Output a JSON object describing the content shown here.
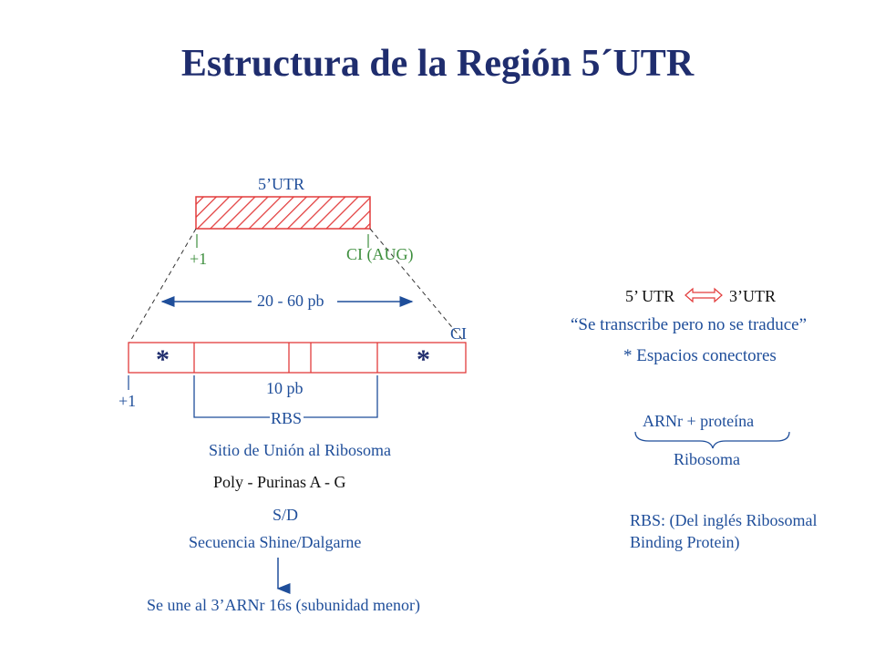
{
  "title": "Estructura de la Región 5´UTR",
  "utr_box": {
    "label": "5’UTR",
    "start_label": "+1",
    "end_label": "CI (AUG)"
  },
  "span_label": "20 - 60 pb",
  "lower_bar": {
    "ci_label": "CI",
    "start_label": "+1",
    "star_left": "*",
    "star_right": "*",
    "rbs_span_label": "10 pb",
    "rbs_label": "RBS"
  },
  "left_notes": {
    "rbs_meaning": "Sitio de Unión al Ribosoma",
    "poly_purinas": "Poly - Purinas A - G",
    "sd": "S/D",
    "sd_full": "Secuencia Shine/Dalgarne",
    "binds": "Se une al 3’ARNr 16s (subunidad menor)"
  },
  "right_notes": {
    "utr5": "5’ UTR",
    "utr3": "3’UTR",
    "quote": "“Se transcribe pero no se traduce”",
    "spacers": "* Espacios conectores",
    "arnr_protein": "ARNr  +  proteína",
    "ribosome": "Ribosoma",
    "rbs_def_line1": "RBS: (Del inglés Ribosomal",
    "rbs_def_line2": "Binding Protein)"
  },
  "colors": {
    "red": "#e23b3b",
    "blue": "#1f4e9a",
    "green": "#3f8f3f",
    "title": "#1f2d6e"
  }
}
